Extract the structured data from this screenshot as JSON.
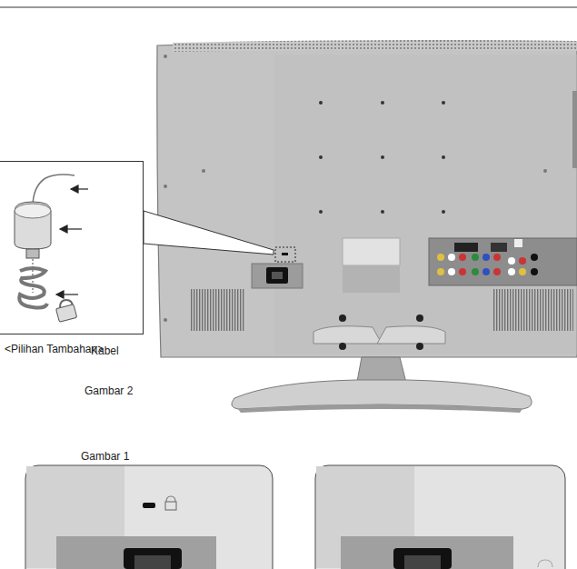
{
  "diagram": {
    "nodes": [
      {
        "text": [
          "Kabel",
          "Gambar 2",
          "Gambar 1",
          "<Pilihan Tambahan>"
        ]
      }
    ]
  }
}
